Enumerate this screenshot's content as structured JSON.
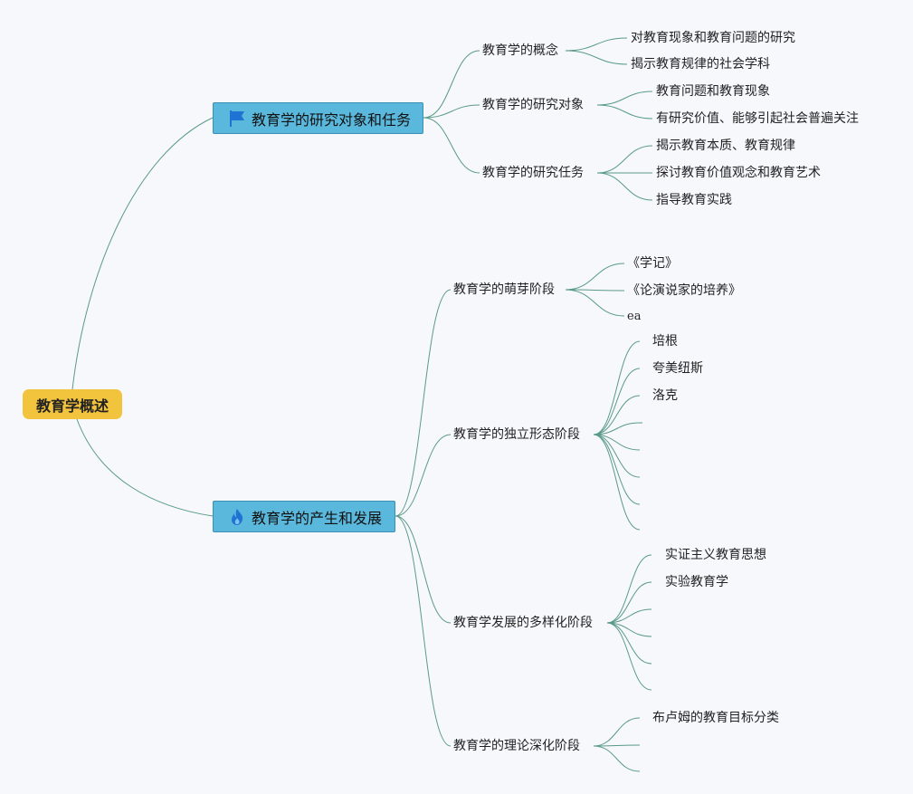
{
  "root": {
    "label": "教育学概述"
  },
  "branches": [
    {
      "label": "教育学的研究对象和任务",
      "icon": "flag-icon",
      "children": [
        {
          "label": "教育学的概念",
          "children": [
            "对教育现象和教育问题的研究",
            "揭示教育规律的社会学科"
          ]
        },
        {
          "label": "教育学的研究对象",
          "children": [
            "教育问题和教育现象",
            "有研究价值、能够引起社会普遍关注"
          ]
        },
        {
          "label": "教育学的研究任务",
          "children": [
            "揭示教育本质、教育规律",
            "探讨教育价值观念和教育艺术",
            "指导教育实践"
          ]
        }
      ]
    },
    {
      "label": "教育学的产生和发展",
      "icon": "flame-icon",
      "children": [
        {
          "label": "教育学的萌芽阶段",
          "children": [
            "《学记》",
            "《论演说家的培养》",
            "ea"
          ]
        },
        {
          "label": "教育学的独立形态阶段",
          "children": [
            "培根",
            "夸美纽斯",
            "洛克",
            "",
            "",
            "",
            "",
            ""
          ]
        },
        {
          "label": "教育学发展的多样化阶段",
          "children": [
            "实证主义教育思想",
            "实验教育学",
            "",
            "",
            "",
            ""
          ]
        },
        {
          "label": "教育学的理论深化阶段",
          "children": [
            "布卢姆的教育目标分类",
            "",
            ""
          ]
        }
      ]
    }
  ],
  "colors": {
    "line": "#5a9a86",
    "root_bg": "#f2c33c",
    "main_bg": "#5bb8dd",
    "main_border": "#3a8fb3",
    "flag": "#1f73d2",
    "flame": "#1f73d2"
  }
}
